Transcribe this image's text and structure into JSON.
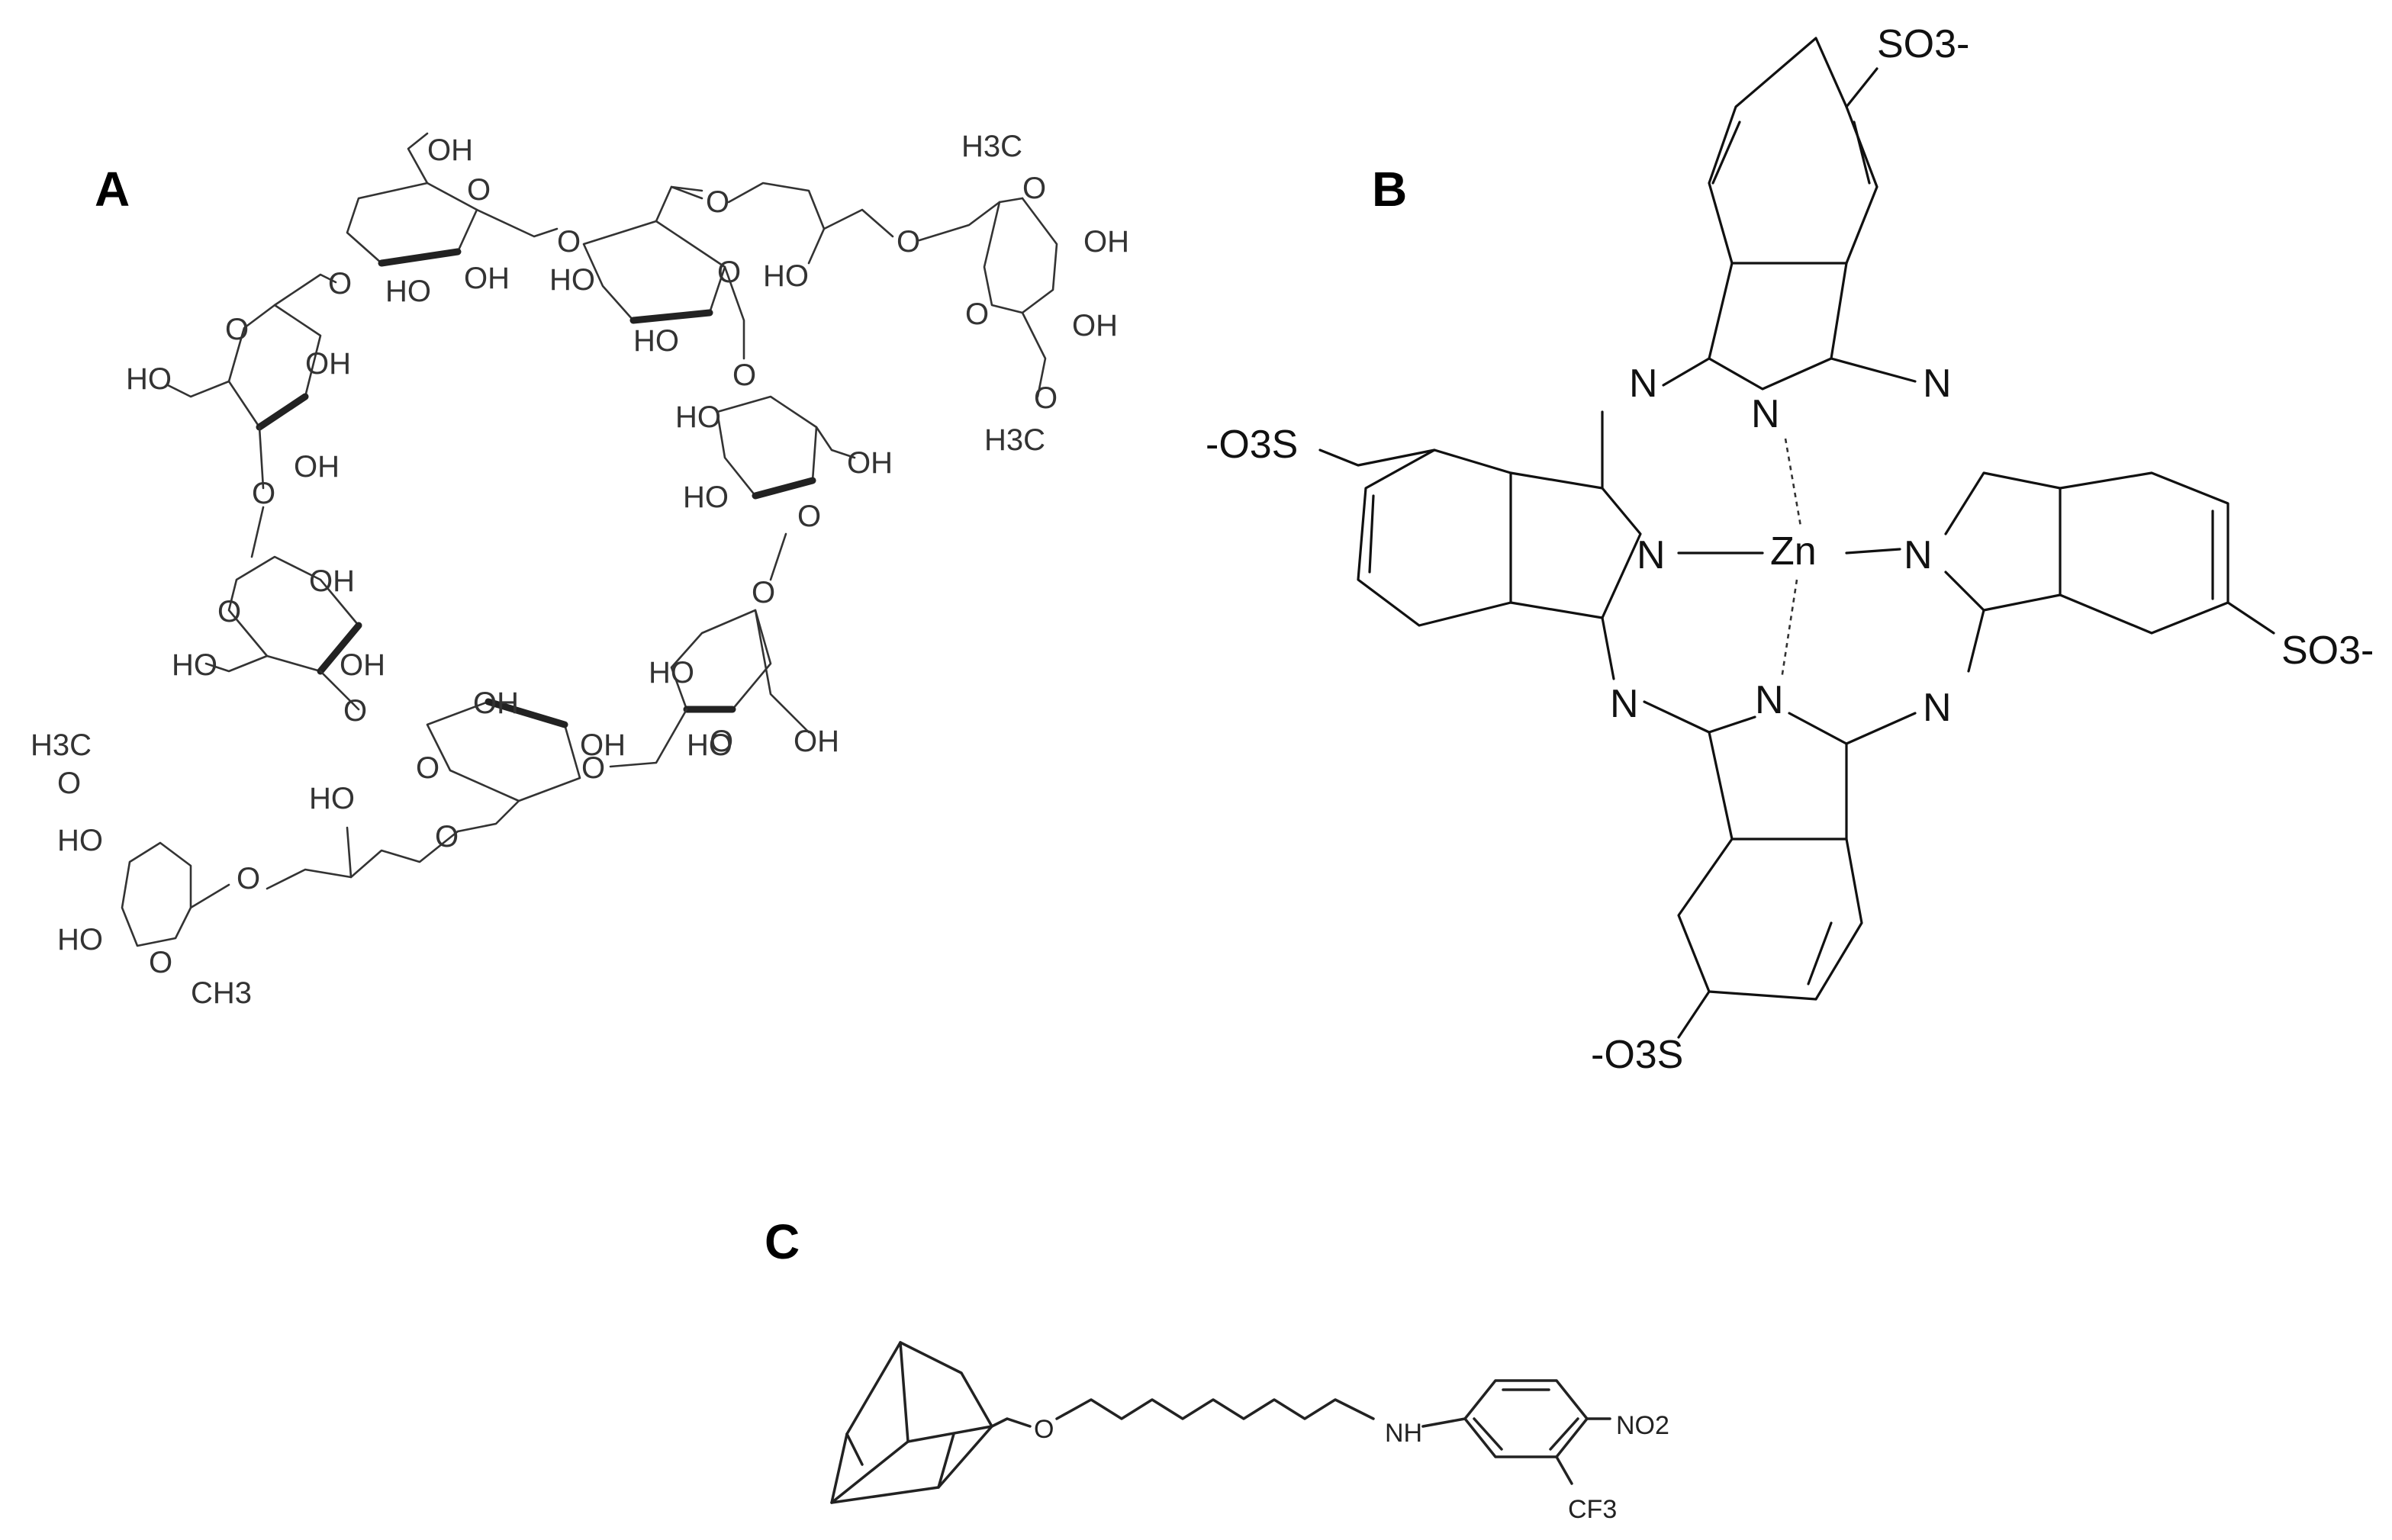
{
  "panels": {
    "a": {
      "label": "A",
      "atoms": {
        "oh": "OH",
        "ho": "HO",
        "o": "O",
        "h3c": "H3C",
        "ch3": "CH3"
      }
    },
    "b": {
      "label": "B",
      "atoms": {
        "n": "N",
        "zn": "Zn",
        "so3_right": "SO3-",
        "so3_left": "-O3S"
      }
    },
    "c": {
      "label": "C",
      "atoms": {
        "o": "O",
        "nh": "NH",
        "no2": "NO2",
        "cf3": "CF3"
      }
    }
  }
}
